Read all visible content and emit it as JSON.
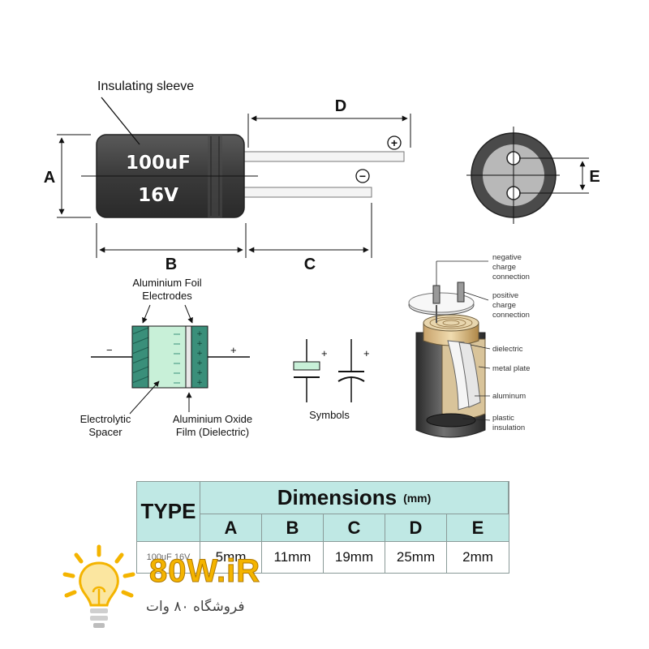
{
  "labels": {
    "insulating_sleeve": "Insulating sleeve",
    "dim_a": "A",
    "dim_b": "B",
    "dim_c": "C",
    "dim_d": "D",
    "dim_e": "E",
    "plus": "+",
    "minus": "−",
    "body_line1": "100uF",
    "body_line2": "16V"
  },
  "structure": {
    "foil_electrodes": "Aluminium Foil",
    "foil_electrodes_2": "Electrodes",
    "electrolytic": "Electrolytic",
    "spacer": "Spacer",
    "oxide_film": "Aluminium Oxide",
    "dielectric": "Film (Dielectric)",
    "minus": "−",
    "plus": "+"
  },
  "symbols": {
    "label": "Symbols",
    "plus1": "+",
    "plus2": "+"
  },
  "cutaway": {
    "negative_1": "negative",
    "negative_2": "charge",
    "negative_3": "connection",
    "positive_1": "positive",
    "positive_2": "charge",
    "positive_3": "connection",
    "dielectric": "dielectric",
    "metal_plate": "metal plate",
    "aluminum": "aluminum",
    "plastic_1": "plastic",
    "plastic_2": "insulation"
  },
  "table": {
    "type_header": "TYPE",
    "dims_header": "Dimensions",
    "dims_unit": "(mm)",
    "columns": [
      "A",
      "B",
      "C",
      "D",
      "E"
    ],
    "type_value": "100uF 16V",
    "values": [
      "5mm",
      "11mm",
      "19mm",
      "25mm",
      "2mm"
    ]
  },
  "logo": {
    "brand": "80W.iR",
    "subtitle": "فروشگاه ۸۰ وات"
  },
  "colors": {
    "capacitor_body": "#3c3c3c",
    "table_header": "#bfe8e4",
    "electrolyte": "#c8f0d8",
    "foil": "#3a8f7a",
    "logo_gold": "#f4b400"
  }
}
